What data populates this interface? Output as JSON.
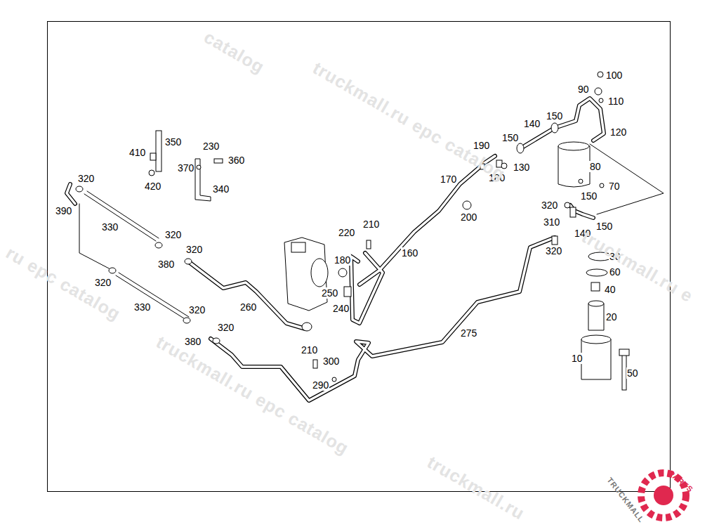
{
  "diagram": {
    "labels": [
      "catalog",
      "100",
      "90",
      "110",
      "150",
      "140",
      "120",
      "150",
      "350",
      "190",
      "410",
      "230",
      "360",
      "370",
      "130",
      "80",
      "320",
      "180",
      "170",
      "420",
      "70",
      "340",
      "150",
      "320",
      "390",
      "200",
      "310",
      "210",
      "150",
      "330",
      "220",
      "140",
      "320",
      "320",
      "320",
      "160",
      "30",
      "180",
      "380",
      "60",
      "320",
      "40",
      "250",
      "330",
      "260",
      "240",
      "320",
      "20",
      "320",
      "275",
      "380",
      "210",
      "10",
      "300",
      "50",
      "290",
      "truckmall.ru epc catalog",
      "ru epc catalog",
      "truckmall.ru epc catalog",
      "truckmall.ru e",
      "truckmall.ru",
      "TRUCKMALL",
      "PARTS"
    ]
  }
}
